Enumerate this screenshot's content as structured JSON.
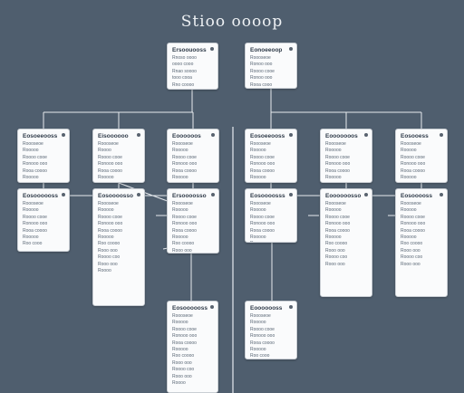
{
  "title": "Stioo oooop",
  "nodes": [
    {
      "id": "root-left",
      "header": "Ersoouooss",
      "lines": [
        "Rnoso oooo",
        "oooo cooo",
        "Rnao soooo",
        "tooo cooa",
        "Rno coooo"
      ]
    },
    {
      "id": "root-right",
      "header": "Eonoeeoop",
      "lines": [
        "Roooseoe",
        "Ronoo ooo",
        "Roooo cooe",
        "Ronoo ooo",
        "Rooa cooo"
      ]
    },
    {
      "id": "l1-a",
      "header": "Eosoeeooss",
      "lines": [
        "Roooseoe",
        "Rooooo",
        "Roooo cooe",
        "Ronooo ooo",
        "Rooa coooo",
        "Rooooo"
      ]
    },
    {
      "id": "l1-b",
      "header": "Eisoooooo",
      "lines": [
        "Roooseoe",
        "Roooo",
        "Roooo cooe",
        "Ronooo ooo",
        "Rooa coooo",
        "Rooooo"
      ]
    },
    {
      "id": "l1-c",
      "header": "Eoooooos",
      "lines": [
        "Roooseoe",
        "Rooooo",
        "Roooo cooe",
        "Ronooo ooo",
        "Rooa coooo",
        "Rooooo"
      ]
    },
    {
      "id": "r1-a",
      "header": "Eosoeeooss",
      "lines": [
        "Roooseoe",
        "Rooooo",
        "Roooo cooe",
        "Ronooo ooo",
        "Rooa coooo",
        "Rooooo"
      ]
    },
    {
      "id": "r1-b",
      "header": "Eooooooos",
      "lines": [
        "Roooseoe",
        "Rooooo",
        "Roooo cooe",
        "Ronooo ooo",
        "Rooa coooo",
        "Rooooo"
      ]
    },
    {
      "id": "r1-c",
      "header": "Eosooess",
      "lines": [
        "Roooseoe",
        "Rooooo",
        "Roooo cooe",
        "Ronooo ooo",
        "Rooa coooo",
        "Rooooo"
      ]
    },
    {
      "id": "l2-a",
      "header": "Eosoooooss",
      "lines": [
        "Roooseoe",
        "Rooooo",
        "Roooo cooe",
        "Ronooo ooo",
        "Rooa coooo",
        "Rooooo",
        "Roo cooo"
      ]
    },
    {
      "id": "l2-b",
      "header": "Eosoooosso",
      "lines": [
        "Roooseoe",
        "Rooooo",
        "Roooo cooe",
        "Ronooo ooo",
        "Rooa coooo",
        "Rooooo",
        "Roo coooo",
        "Rooo ooo",
        "Roooo coo",
        "Rooo ooo",
        "Roooo"
      ]
    },
    {
      "id": "l2-c",
      "header": "Ersoooosso",
      "lines": [
        "Roooseoe",
        "Rooooo",
        "Roooo cooe",
        "Ronooo ooo",
        "Rooa coooo",
        "Rooooo",
        "Roo coooo",
        "Rooo ooo"
      ]
    },
    {
      "id": "r2-a",
      "header": "Eosoooosss",
      "lines": [
        "Roooseoe",
        "Rooooo",
        "Roooo cooe",
        "Ronooo ooo",
        "Rooa coooo",
        "Rooooo",
        "Roo cooo"
      ]
    },
    {
      "id": "r2-b",
      "header": "Eoooooosso",
      "lines": [
        "Roooseoe",
        "Rooooo",
        "Roooo cooe",
        "Ronooo ooo",
        "Rooa coooo",
        "Rooooo",
        "Roo coooo",
        "Rooo ooo",
        "Roooo coo",
        "Rooo ooo"
      ]
    },
    {
      "id": "r2-c",
      "header": "Eosooooss",
      "lines": [
        "Roooseoe",
        "Rooooo",
        "Roooo cooe",
        "Ronooo ooo",
        "Rooa coooo",
        "Rooooo",
        "Roo coooo",
        "Rooo ooo",
        "Roooo coo",
        "Rooo ooo"
      ]
    },
    {
      "id": "l3",
      "header": "Eosoooooss",
      "lines": [
        "Roooseoe",
        "Rooooo",
        "Roooo cooe",
        "Ronooo ooo",
        "Rooa coooo",
        "Rooooo",
        "Roo coooo",
        "Rooo ooo",
        "Roooo coo",
        "Rooo ooo",
        "Roooo"
      ]
    },
    {
      "id": "r3",
      "header": "Eooooooss",
      "lines": [
        "Roooseoe",
        "Rooooo",
        "Roooo cooe",
        "Ronooo ooo",
        "Rooa coooo",
        "Rooooo",
        "Roo cooo"
      ]
    }
  ]
}
